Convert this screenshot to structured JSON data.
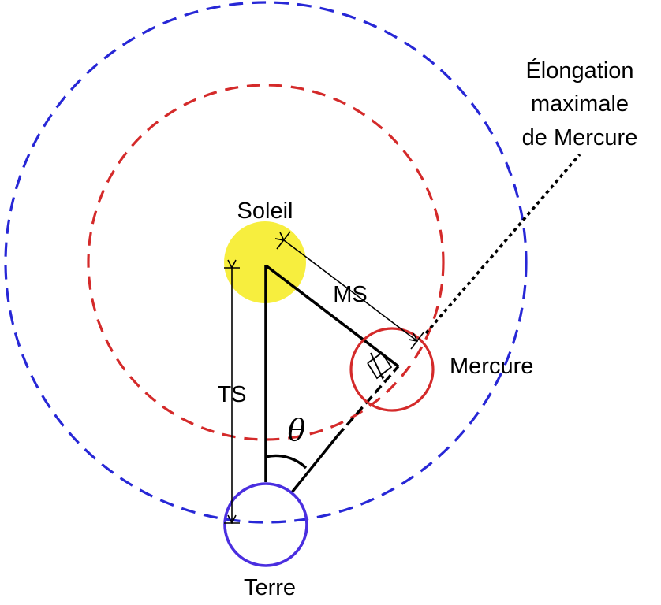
{
  "labels": {
    "sun": "Soleil",
    "mercury": "Mercure",
    "earth": "Terre",
    "ms": "MS",
    "ts": "TS",
    "theta": "θ",
    "annotation_line1": "Élongation",
    "annotation_line2": "maximale",
    "annotation_line3": "de Mercure"
  },
  "colors": {
    "earth_orbit": "#2727d6",
    "mercury_orbit": "#d42a2a",
    "sun_fill": "#f7ee3e",
    "mercury_planet": "#d42a2a",
    "earth_planet": "#4a2ee0",
    "lines": "#000000"
  }
}
